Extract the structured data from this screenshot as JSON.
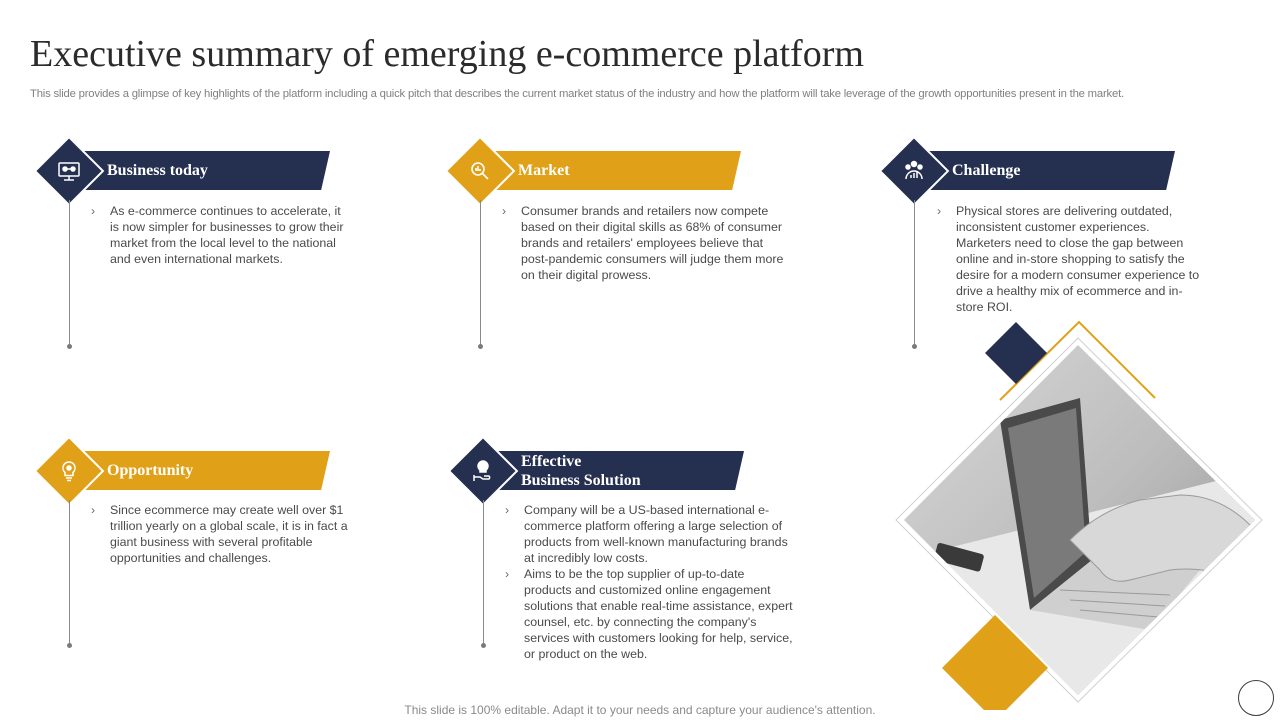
{
  "title": "Executive summary of emerging e-commerce platform",
  "subtitle": "This slide provides a glimpse of key highlights of the platform including a quick pitch that describes the current market status of the industry and how the platform will take leverage of the growth opportunities present in the market.",
  "cards": [
    {
      "heading": "Business today",
      "icon": "monitor-network-icon",
      "color": "#252f4f",
      "bullets": [
        "As e-commerce continues to accelerate, it is now simpler for businesses to grow their market from the local level to the national and even international markets."
      ]
    },
    {
      "heading": "Market",
      "icon": "market-analysis-icon",
      "color": "#e0a118",
      "bullets": [
        "Consumer brands and retailers now compete based on their digital skills as 68% of consumer brands and retailers' employees believe that post-pandemic consumers will judge them more on their digital prowess."
      ]
    },
    {
      "heading": "Challenge",
      "icon": "team-growth-icon",
      "color": "#252f4f",
      "bullets": [
        "Physical stores are delivering outdated, inconsistent customer experiences. Marketers need to close the gap between online and in-store shopping to satisfy the desire for a modern consumer experience to drive a healthy mix of ecommerce and in-store ROI."
      ]
    },
    {
      "heading": "Opportunity",
      "icon": "lightbulb-gear-icon",
      "color": "#e0a118",
      "bullets": [
        "Since ecommerce may create well over $1 trillion yearly on a global scale, it is in fact a giant business with several profitable opportunities and challenges."
      ]
    },
    {
      "heading_line1": "Effective",
      "heading_line2": "Business Solution",
      "icon": "idea-hand-icon",
      "color": "#252f4f",
      "bullets": [
        "Company will be a US-based international e-commerce platform offering a large selection of products from well-known manufacturing brands at incredibly low costs.",
        "Aims to be the top supplier of up-to-date products and customized online engagement solutions that enable real-time assistance, expert counsel, etc. by connecting the company's services with customers looking for help, service, or product on the web."
      ]
    }
  ],
  "image": {
    "subject": "laptop-photo",
    "colors": {
      "navy": "#252f4f",
      "gold": "#e0a118"
    }
  },
  "footer": "This slide is 100% editable. Adapt it to your needs and capture your audience's attention."
}
